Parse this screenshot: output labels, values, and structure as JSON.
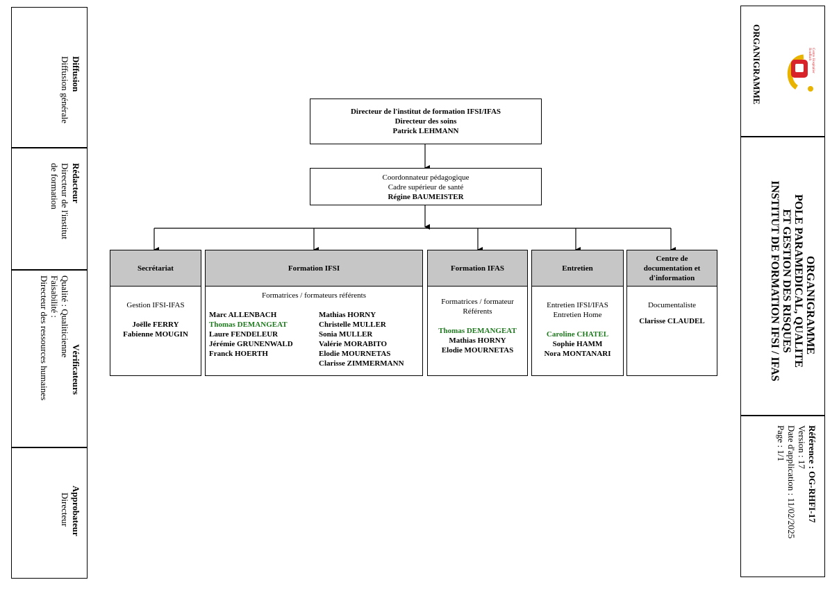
{
  "left_sidebar": {
    "diffusion": {
      "title": "Diffusion",
      "text": "Diffusion générale"
    },
    "redacteur": {
      "title": "Rédacteur",
      "line1": "Directeur de l'institut",
      "line2": "de formation"
    },
    "verificateurs": {
      "title": "Vérificateurs",
      "line1": "Qualité : Qualiticienne",
      "line2": "Faisabilité :",
      "line3": "Directeur des ressources humaines"
    },
    "approbateur": {
      "title": "Approbateur",
      "text": "Directeur"
    }
  },
  "right_sidebar": {
    "logo_text_line1": "Centre Hospitalier",
    "logo_text_line2": "Rouffach",
    "top_title": "ORGANIGRAMME",
    "main_title_line1": "ORGANIGRAMME",
    "main_title_line2": "POLE PARAMEDICAL, QUALITE",
    "main_title_line3": "ET GESTION DES RISQUES",
    "main_title_line4": "INSTITUT DE FORMATION IFSI / IFAS",
    "reference": "Référence : OG-RHFI-17",
    "version": "Version : 17",
    "date": "Date d'application : 11/02/2025",
    "page": "Page : 1/1"
  },
  "org": {
    "director": {
      "line1": "Directeur de l'institut de formation IFSI/IFAS",
      "line2": "Directeur des soins",
      "name": "Patrick LEHMANN"
    },
    "coordinator": {
      "line1": "Coordonnateur pédagogique",
      "line2": "Cadre supérieur de santé",
      "name": "Régine BAUMEISTER"
    },
    "secretariat": {
      "title": "Secrétariat",
      "role": "Gestion IFSI-IFAS",
      "names": [
        "Joëlle FERRY",
        "Fabienne MOUGIN"
      ]
    },
    "formation_ifsi": {
      "title": "Formation IFSI",
      "role": "Formatrices / formateurs référents",
      "col1": [
        "Marc ALLENBACH",
        "Thomas DEMANGEAT",
        "Laure FENDELEUR",
        "Jérémie GRUNENWALD",
        "Franck HOERTH"
      ],
      "col2": [
        "Mathias HORNY",
        "Christelle MULLER",
        "Sonia MULLER",
        "Valérie MORABITO",
        "Elodie MOURNETAS",
        "Clarisse ZIMMERMANN"
      ]
    },
    "formation_ifas": {
      "title": "Formation IFAS",
      "role1": "Formatrices / formateur",
      "role2": "Référents",
      "names": [
        "Thomas DEMANGEAT",
        "Mathias HORNY",
        "Elodie MOURNETAS"
      ]
    },
    "entretien": {
      "title": "Entretien",
      "role1": "Entretien IFSI/IFAS",
      "role2": "Entretien Home",
      "names": [
        "Caroline CHATEL",
        "Sophie HAMM",
        "Nora MONTANARI"
      ]
    },
    "documentation": {
      "title_line1": "Centre de",
      "title_line2": "documentation et",
      "title_line3": "d'information",
      "role": "Documentaliste",
      "names": [
        "Clarisse CLAUDEL"
      ]
    }
  },
  "colors": {
    "header_gray": "#c6c6c6",
    "highlight_green": "#1e7a1e",
    "logo_red": "#d8232a",
    "logo_yellow": "#e8b400"
  }
}
